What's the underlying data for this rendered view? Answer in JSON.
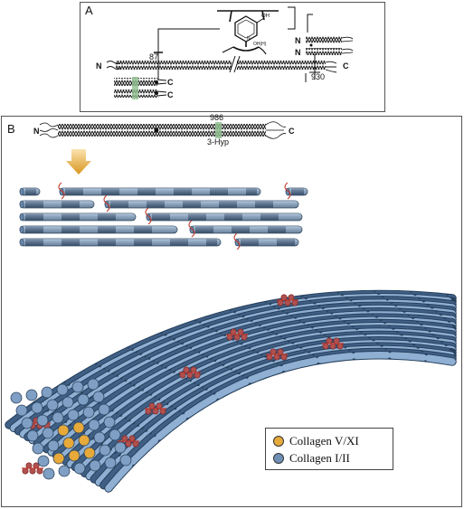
{
  "panel_a": {
    "label": "A",
    "residue_87": "87",
    "residue_930": "930",
    "n_term": "N",
    "c_term": "C",
    "oh": "OH",
    "oh_h": "OH(H)",
    "ring_n": "N"
  },
  "panel_b": {
    "label": "B",
    "residue_986": "986",
    "hyp_label": "3-Hyp",
    "n_term": "N",
    "c_term": "C"
  },
  "legend": {
    "items": [
      {
        "label": "Collagen V/XI",
        "color": "#e6a93a"
      },
      {
        "label": "Collagen I/II",
        "color": "#6f8fb5"
      }
    ]
  },
  "colors": {
    "fibril_dark": "#3f5f85",
    "fibril_light": "#8fb0d3",
    "crosslink": "#c0392b",
    "hyp_highlight": "#8fbf8f"
  }
}
